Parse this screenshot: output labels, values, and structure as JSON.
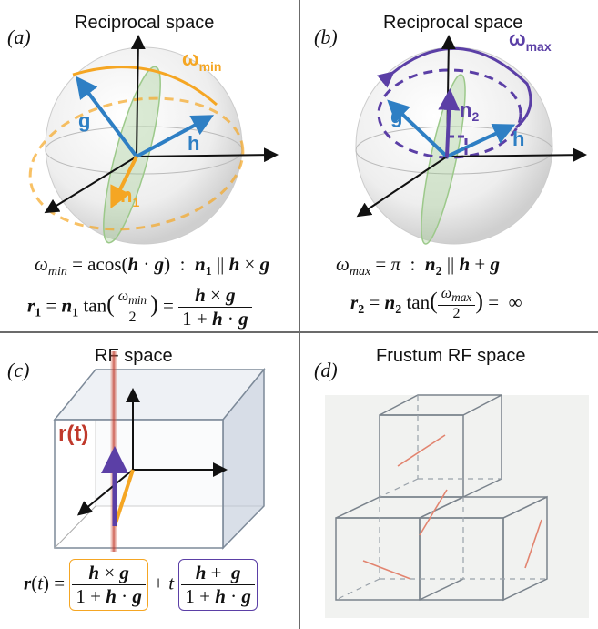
{
  "panels": {
    "a": {
      "letter": "(a)",
      "title": "Reciprocal space",
      "omega_label": "ω",
      "omega_sub": "min",
      "vec_g": "g",
      "vec_h": "h",
      "vec_n": "n",
      "vec_n_sub": "1",
      "eq1": "ω_min = acos(h · g) : n_1 || h × g",
      "eq2": "r_1 = n_1 tan(ω_min/2) = (h × g)/(1 + h · g)"
    },
    "b": {
      "letter": "(b)",
      "title": "Reciprocal space",
      "omega_label": "ω",
      "omega_sub": "max",
      "vec_g": "g",
      "vec_h": "h",
      "vec_n": "n",
      "vec_n_sub": "2",
      "eq1": "ω_max = π : n_2 || h + g",
      "eq2": "r_2 = n_2 tan(ω_max/2) = ∞"
    },
    "c": {
      "letter": "(c)",
      "title": "RF  space",
      "curve_label": "r(t)",
      "eq": "r(t) = (h × g)/(1 + h · g) + t (h + g)/(1 + h · g)"
    },
    "d": {
      "letter": "(d)",
      "title": "Frustum RF  space"
    }
  },
  "colors": {
    "orange": "#f5a623",
    "blue": "#2e7fc4",
    "purple": "#5b3fa6",
    "green": "#9cc98a",
    "red": "#c0392b",
    "salmon": "#e2846f"
  }
}
